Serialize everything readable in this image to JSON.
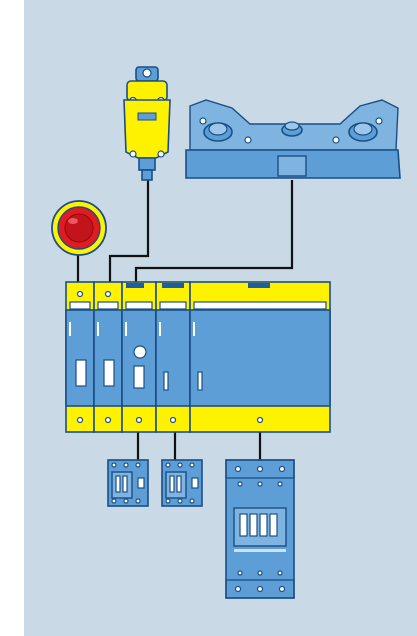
{
  "colors": {
    "background_panel": "#c9d9e5",
    "device_blue": "#5e9ed6",
    "device_outline": "#1a4f86",
    "safety_yellow": "#fff200",
    "estop_red": "#e11b22",
    "wire": "#111111"
  },
  "components": {
    "emergency_stop": {
      "icon": "emergency-stop-button"
    },
    "position_switch": {
      "icon": "safety-position-switch"
    },
    "two_hand_control": {
      "icon": "two-hand-control-console"
    },
    "safety_relay_modules": {
      "count": 5,
      "icon": "modular-safety-relay"
    },
    "contactors": {
      "count": 2,
      "icon": "contactor"
    },
    "power_contactor": {
      "icon": "power-contactor"
    }
  }
}
